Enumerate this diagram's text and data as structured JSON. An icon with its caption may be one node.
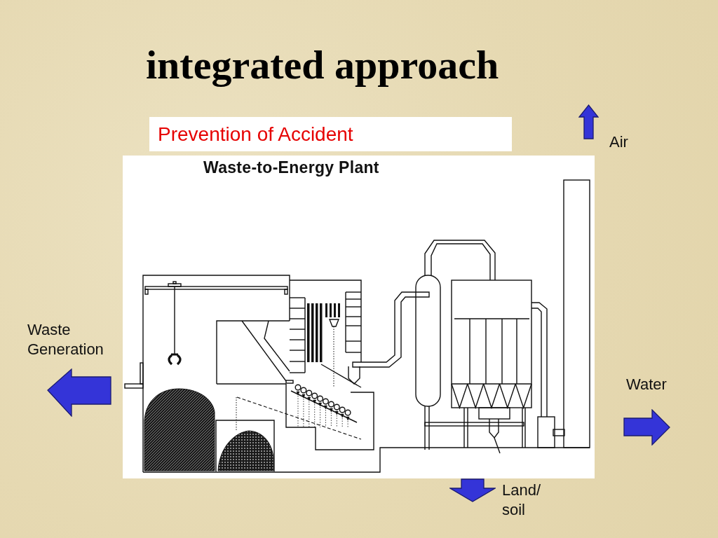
{
  "diagram": {
    "title": "integrated approach",
    "nodes": [
      {
        "text": [
          "Prevention of Accident"
        ]
      },
      {
        "text": [
          "Waste-to-Energy Plant"
        ]
      }
    ],
    "labels": [
      "Air",
      "Waste Generation",
      "Water",
      "Land/ soil"
    ]
  }
}
